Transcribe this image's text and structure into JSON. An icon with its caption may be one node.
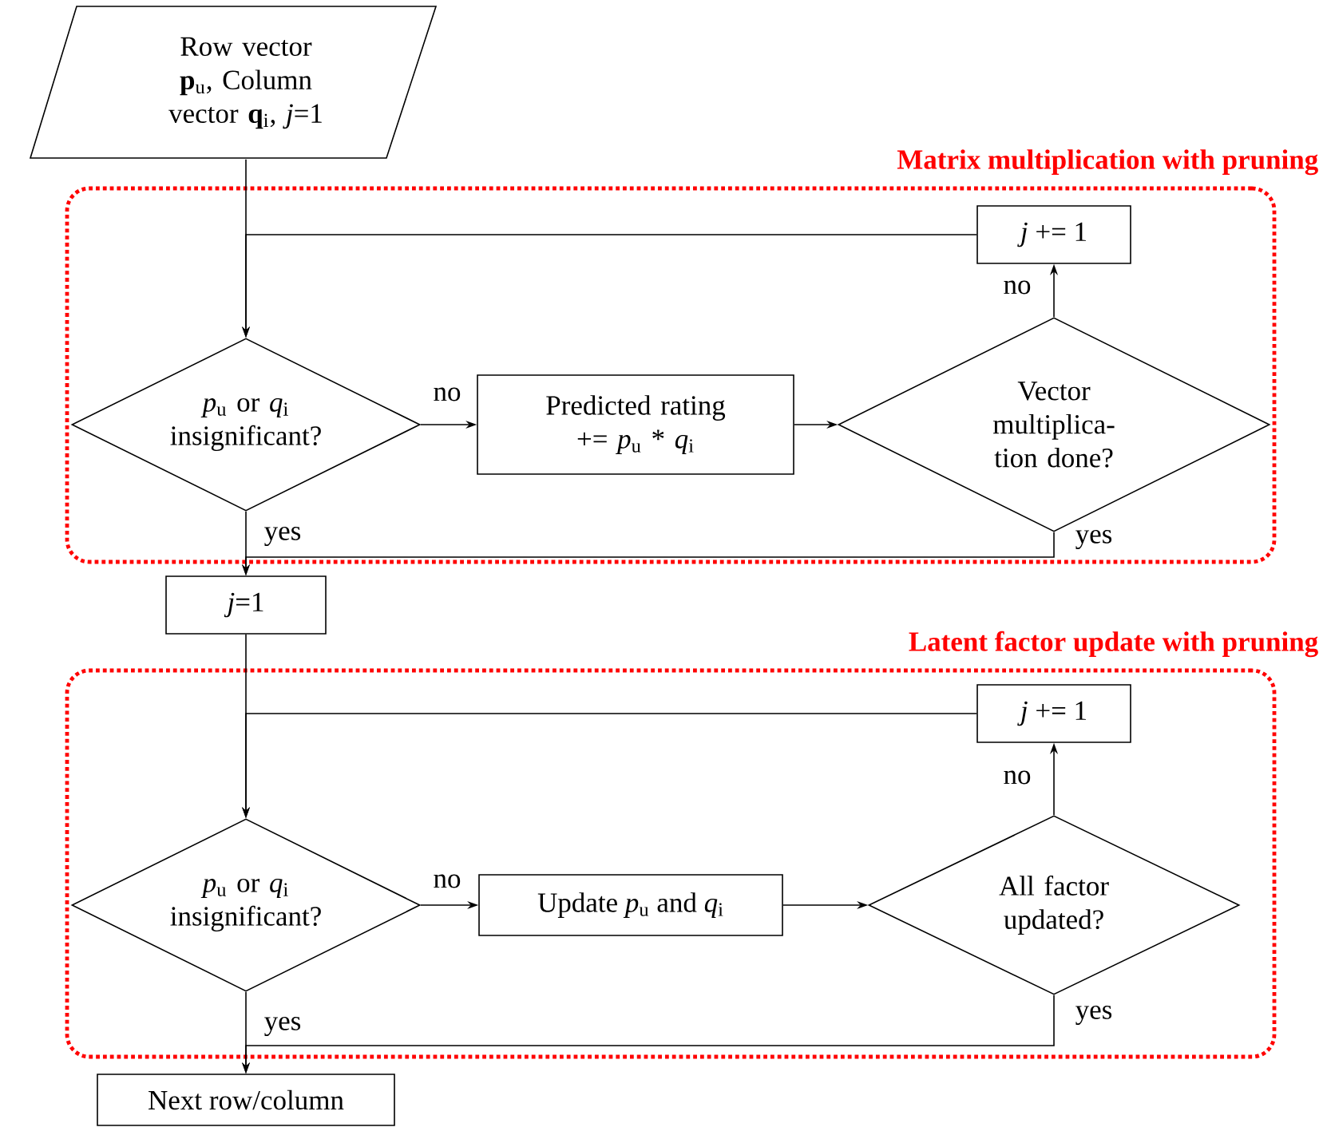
{
  "diagram": {
    "nodes": [
      {
        "text": [
          "Row vector **p**$_{u}$, Column vector **q**$_{i}$, *j*=1"
        ]
      },
      {
        "text": [
          "Matrix multiplication with pruning"
        ]
      },
      {
        "text": [
          "*j* += 1"
        ],
        "in": 1
      },
      {
        "text": [
          "*p*$_{u}$ or *q*$_{i}$ insignificant?"
        ],
        "in": 1
      },
      {
        "text": [
          "Predicted rating += *p*$_{u}$ * *q*$_{i}$"
        ],
        "in": 1
      },
      {
        "text": [
          "Vector multiplica- tion done?"
        ],
        "in": 1
      },
      {
        "text": [
          "*j*=1"
        ]
      },
      {
        "text": [
          "Latent factor update with pruning"
        ]
      },
      {
        "text": [
          "*j* += 1"
        ],
        "in": 7
      },
      {
        "text": [
          "*p*$_{u}$ or *q*$_{i}$ insignificant?"
        ],
        "in": 7
      },
      {
        "text": [
          "Update *p*$_{u}$ and *q*$_{i}$"
        ],
        "in": 7
      },
      {
        "text": [
          "All factor updated?"
        ],
        "in": 7
      },
      {
        "text": [
          "Next row/column"
        ]
      }
    ],
    "edges": [
      {
        "from": 0,
        "to": 3,
        "arrow": "to"
      },
      {
        "from": 2,
        "to": 3,
        "arrow": "to"
      },
      {
        "from": 3,
        "to": 4,
        "arrow": "to",
        "label": "no"
      },
      {
        "from": 4,
        "to": 5,
        "arrow": "to"
      },
      {
        "from": 5,
        "to": 2,
        "arrow": "to",
        "label": "no"
      },
      {
        "from": 3,
        "to": 6,
        "arrow": "to",
        "label": "yes"
      },
      {
        "from": 5,
        "to": 6,
        "arrow": "to",
        "label": "yes"
      },
      {
        "from": 6,
        "to": 9,
        "arrow": "to"
      },
      {
        "from": 8,
        "to": 9,
        "arrow": "to"
      },
      {
        "from": 9,
        "to": 10,
        "arrow": "to",
        "label": "no"
      },
      {
        "from": 10,
        "to": 11,
        "arrow": "to"
      },
      {
        "from": 11,
        "to": 8,
        "arrow": "to",
        "label": "no"
      },
      {
        "from": 9,
        "to": 12,
        "arrow": "to",
        "label": "yes"
      },
      {
        "from": 11,
        "to": 12,
        "arrow": "to",
        "label": "yes"
      }
    ]
  }
}
